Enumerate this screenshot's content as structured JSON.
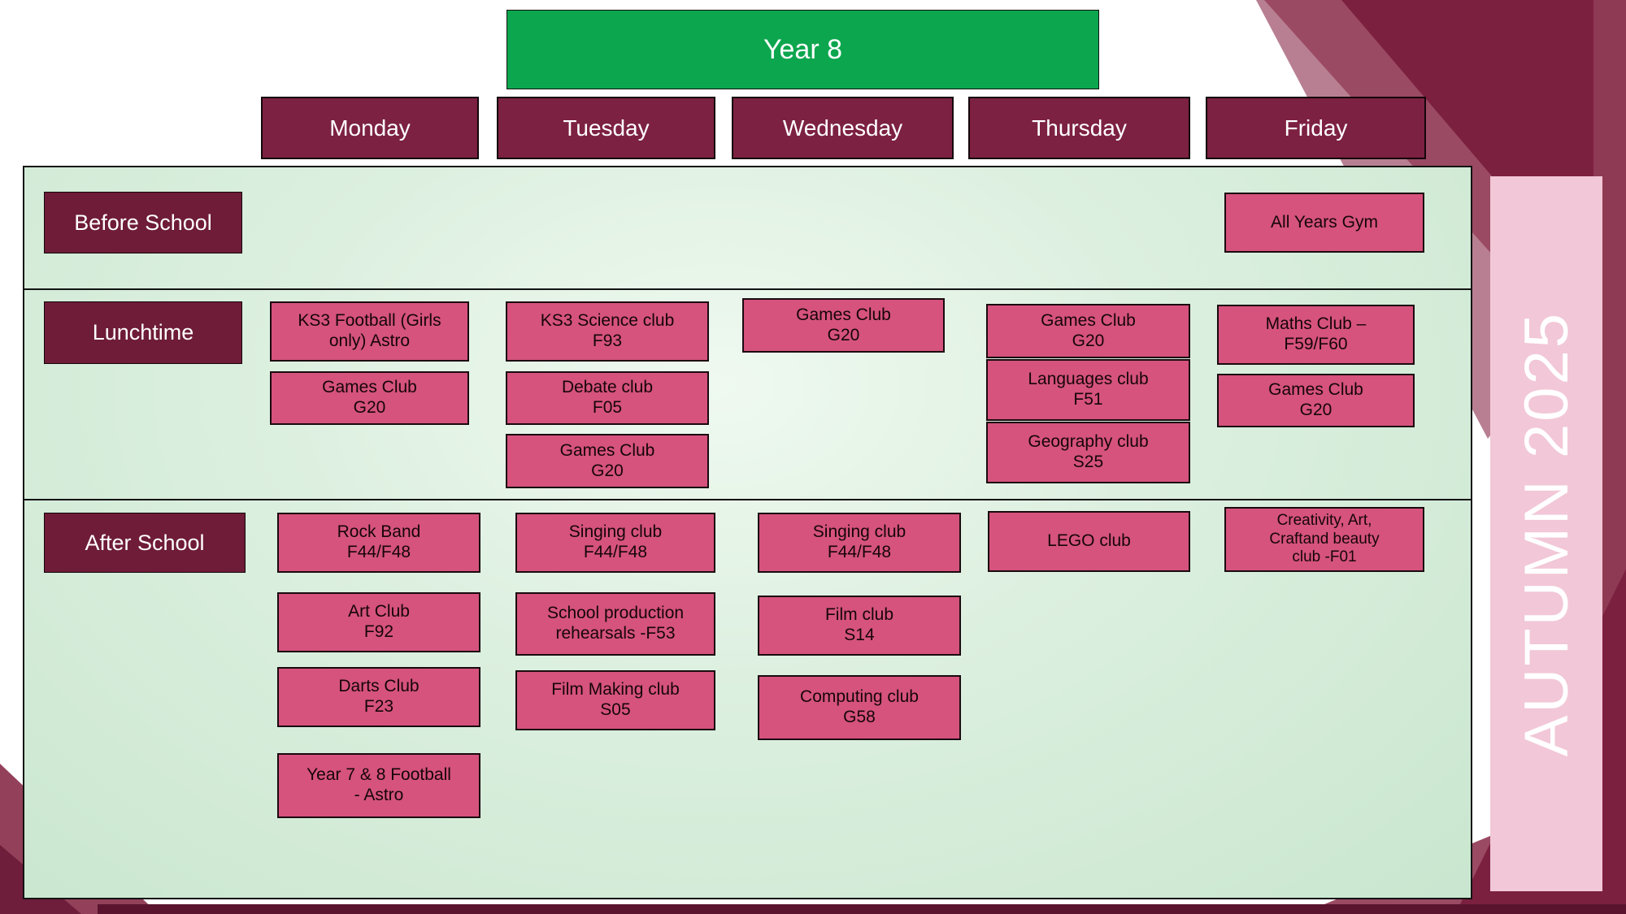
{
  "title": "Year 8",
  "banner": "AUTUMN 2025",
  "days": [
    "Monday",
    "Tuesday",
    "Wednesday",
    "Thursday",
    "Friday"
  ],
  "row_labels": {
    "before": "Before School",
    "lunch": "Lunchtime",
    "after": "After School"
  },
  "cards": {
    "before": {
      "friday": [
        "All Years Gym"
      ]
    },
    "lunch": {
      "monday": [
        "KS3 Football (Girls\nonly) Astro",
        "Games Club\nG20"
      ],
      "tuesday": [
        "KS3 Science club\nF93",
        "Debate club\nF05",
        "Games Club\nG20"
      ],
      "wednesday": [
        "Games Club\nG20"
      ],
      "thursday": [
        "Games Club\nG20",
        "Languages club\nF51",
        "Geography club\nS25"
      ],
      "friday": [
        "Maths Club –\nF59/F60",
        "Games Club\nG20"
      ]
    },
    "after": {
      "monday": [
        "Rock Band\nF44/F48",
        "Art Club\nF92",
        "Darts Club\nF23",
        "Year 7 & 8 Football\n- Astro"
      ],
      "tuesday": [
        "Singing club\nF44/F48",
        "School production\nrehearsals -F53",
        "Film Making club\nS05"
      ],
      "wednesday": [
        "Singing club\nF44/F48",
        "Film club\nS14",
        "Computing club\nG58"
      ],
      "thursday": [
        "LEGO club"
      ],
      "friday": [
        "Creativity, Art,\nCraftand beauty\nclub -F01"
      ]
    }
  },
  "colors": {
    "title_green": "#0ca64e",
    "header_maroon": "#7c2141",
    "label_maroon": "#6e1c38",
    "card_pink": "#d5537d",
    "banner_pink": "#f2c7d7",
    "panel_green": "#ddf0e0"
  }
}
